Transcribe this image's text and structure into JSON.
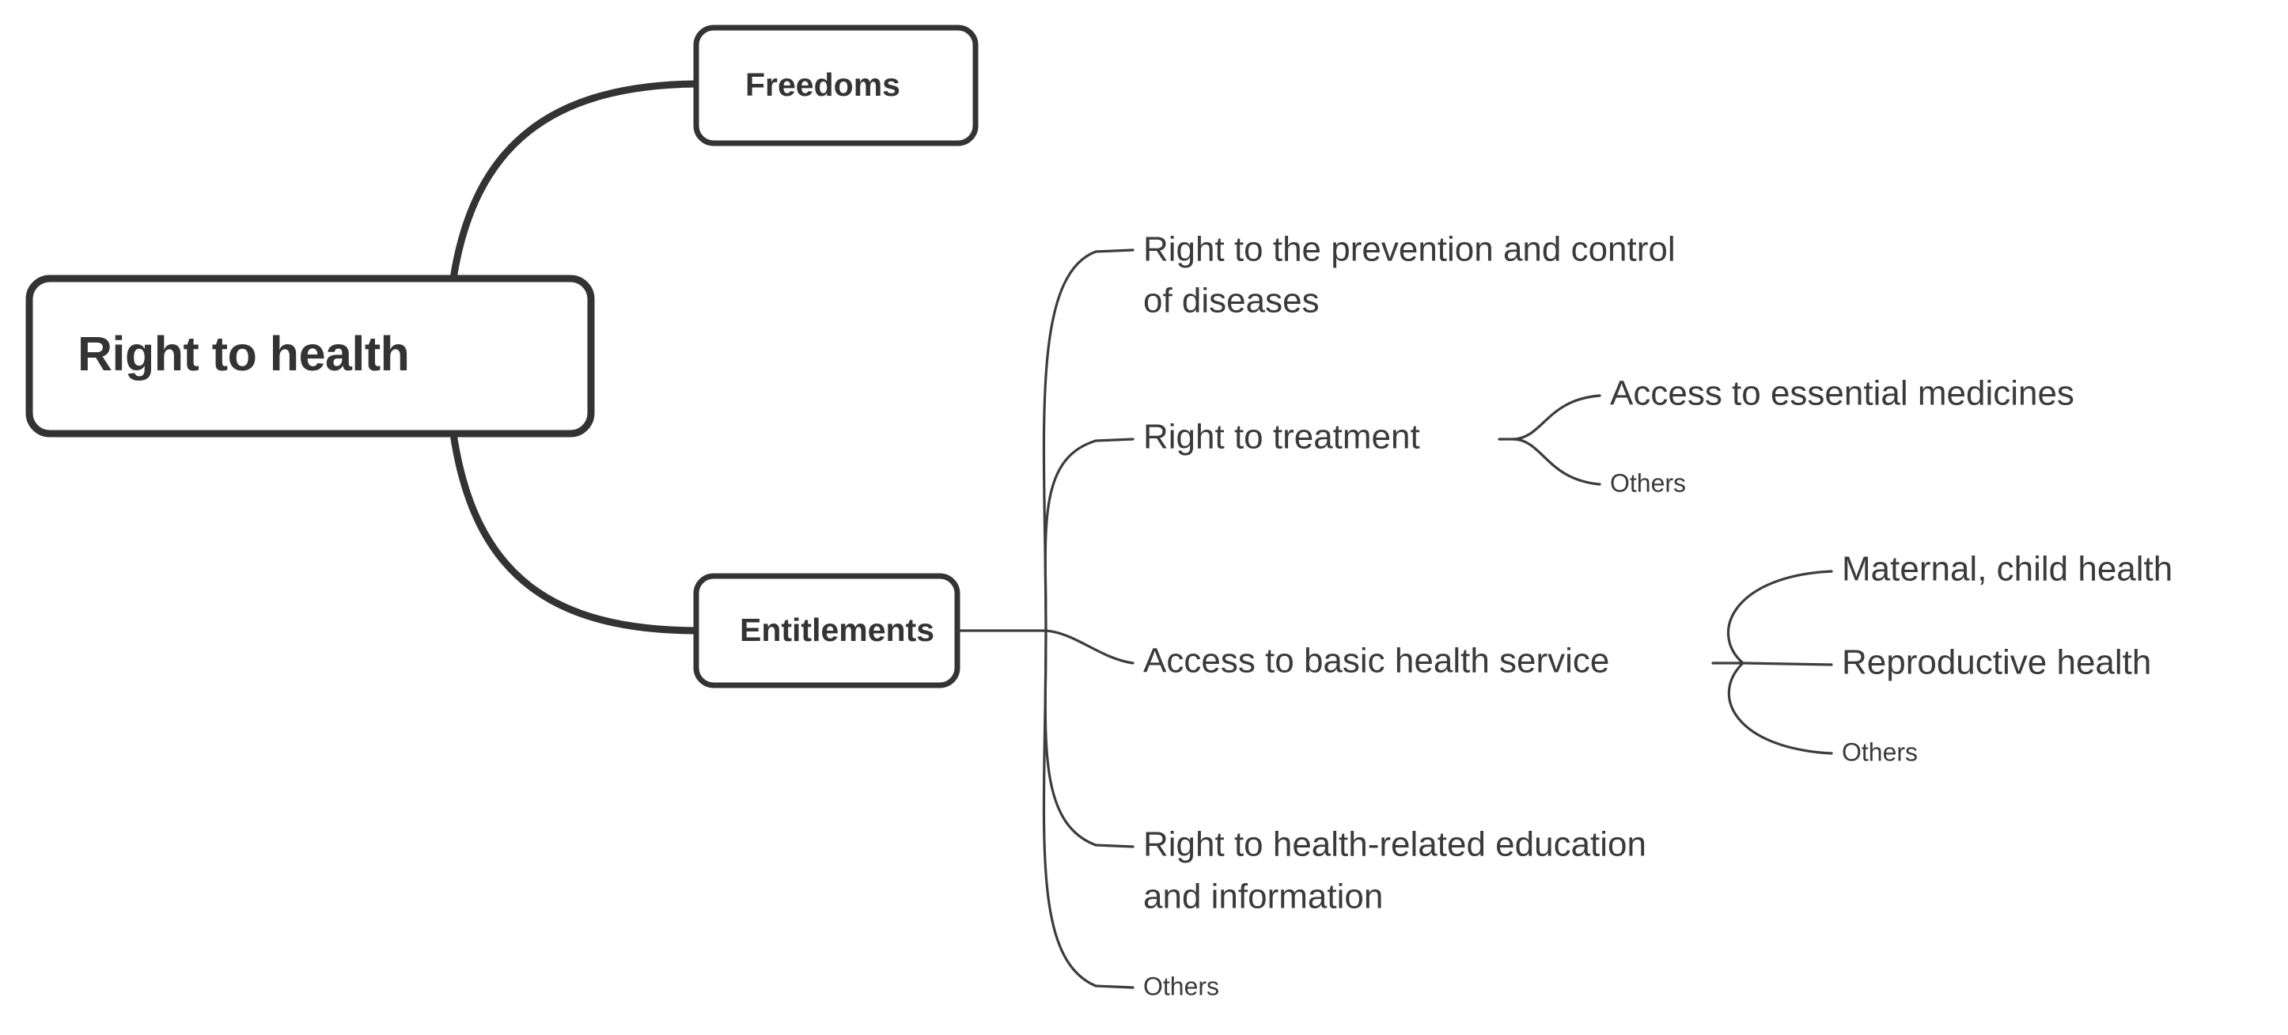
{
  "diagram": {
    "type": "mind-map",
    "title": "Right to health",
    "background_color": "#ffffff",
    "line_color": "#333333",
    "text_color": "#333333"
  },
  "root": {
    "label": "Right to health"
  },
  "branches": [
    {
      "id": "freedoms",
      "label": "Freedoms"
    },
    {
      "id": "entitlements",
      "label": "Entitlements"
    }
  ],
  "entitlements_topics": [
    {
      "id": "prevention",
      "line1": "Right to the prevention and control",
      "line2": "of diseases",
      "children": []
    },
    {
      "id": "treatment",
      "line1": "Right to treatment",
      "line2": "",
      "children": [
        {
          "id": "essential-medicines",
          "label": "Access to essential medicines",
          "size": "normal"
        },
        {
          "id": "treatment-others",
          "label": "Others",
          "size": "small"
        }
      ]
    },
    {
      "id": "basic-health-service",
      "line1": "Access to basic health service",
      "line2": "",
      "children": [
        {
          "id": "maternal-child-health",
          "label": "Maternal, child health",
          "size": "normal"
        },
        {
          "id": "reproductive-health",
          "label": "Reproductive health",
          "size": "normal"
        },
        {
          "id": "basic-others",
          "label": "Others",
          "size": "small"
        }
      ]
    },
    {
      "id": "health-education",
      "line1": "Right to health-related education",
      "line2": "and information",
      "children": []
    },
    {
      "id": "entitlements-others",
      "line1": "Others",
      "line2": "",
      "children": []
    }
  ]
}
